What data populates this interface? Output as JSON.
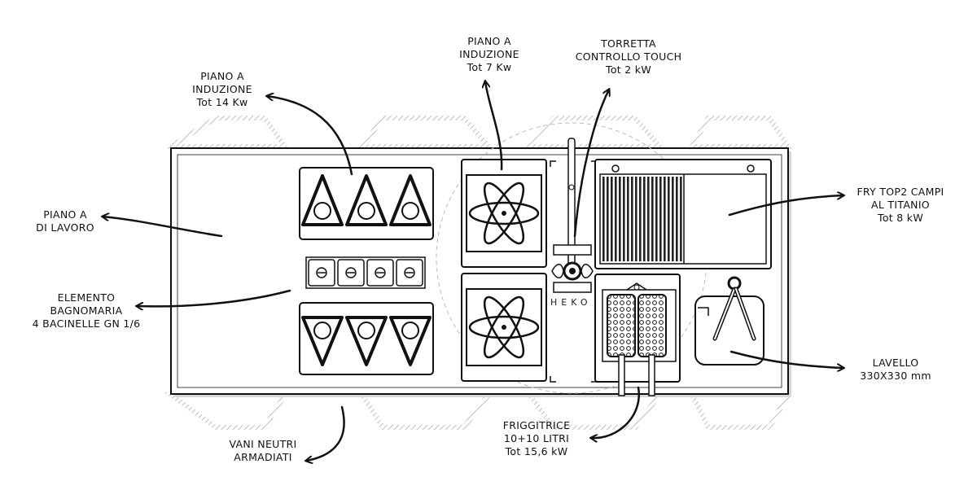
{
  "labels": {
    "induction_left": {
      "line1": "PIANO A",
      "line2": "INDUZIONE",
      "line3": "Tot 14 Kw"
    },
    "induction_center": {
      "line1": "PIANO A",
      "line2": "INDUZIONE",
      "line3": "Tot 7 Kw"
    },
    "control_tower": {
      "line1": "TORRETTA",
      "line2": "CONTROLLO TOUCH",
      "line3": "Tot 2 kW"
    },
    "fry_top": {
      "line1": "FRY TOP2 CAMPI",
      "line2": "AL TITANIO",
      "line3": "Tot 8 kW"
    },
    "worktop": {
      "line1": "PIANO A",
      "line2": "DI LAVORO"
    },
    "bain_marie": {
      "line1": "ELEMENTO",
      "line2": "BAGNOMARIA",
      "line3": "4 BACINELLE GN  1/6"
    },
    "sink": {
      "line1": "LAVELLO",
      "line2": "330X330 mm"
    },
    "fryer": {
      "line1": "FRIGGITRICE",
      "line2": "10+10 LITRI",
      "line3": "Tot 15,6 kW"
    },
    "cabinets": {
      "line1": "VANI NEUTRI",
      "line2": "ARMADIATI"
    }
  },
  "brand": "HEKO",
  "colors": {
    "ink": "#111111",
    "panel": "#ffffff",
    "hatch": "#cfcfcf",
    "shadow": "#d9d9d9"
  }
}
